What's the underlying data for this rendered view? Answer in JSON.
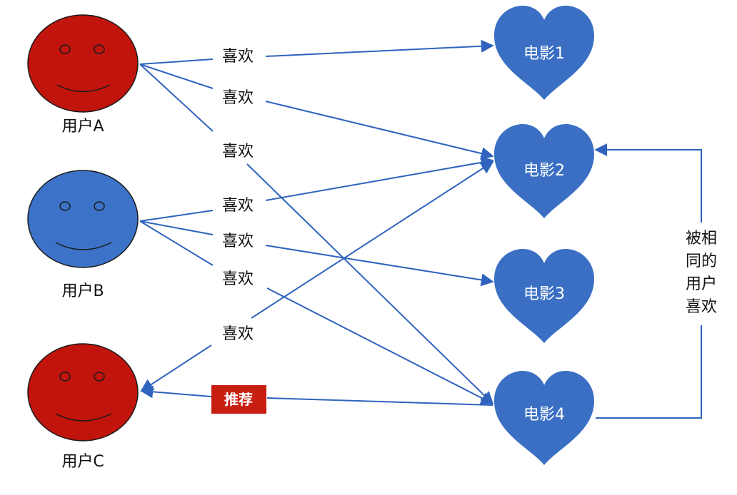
{
  "users": [
    {
      "id": "A",
      "label": "用户A",
      "color": "#c0140c"
    },
    {
      "id": "B",
      "label": "用户B",
      "color": "#3c73c8"
    },
    {
      "id": "C",
      "label": "用户C",
      "color": "#c0140c"
    }
  ],
  "movies": [
    {
      "id": "1",
      "label": "电影1"
    },
    {
      "id": "2",
      "label": "电影2"
    },
    {
      "id": "3",
      "label": "电影3"
    },
    {
      "id": "4",
      "label": "电影4"
    }
  ],
  "edges": {
    "like_label": "喜欢",
    "recommend_label": "推荐"
  },
  "side_note": [
    "被相",
    "同的",
    "用户",
    "喜欢"
  ],
  "colors": {
    "movie_fill": "#3a6fc4",
    "line": "#2f63bd",
    "recommend_bg": "#c81e12"
  }
}
